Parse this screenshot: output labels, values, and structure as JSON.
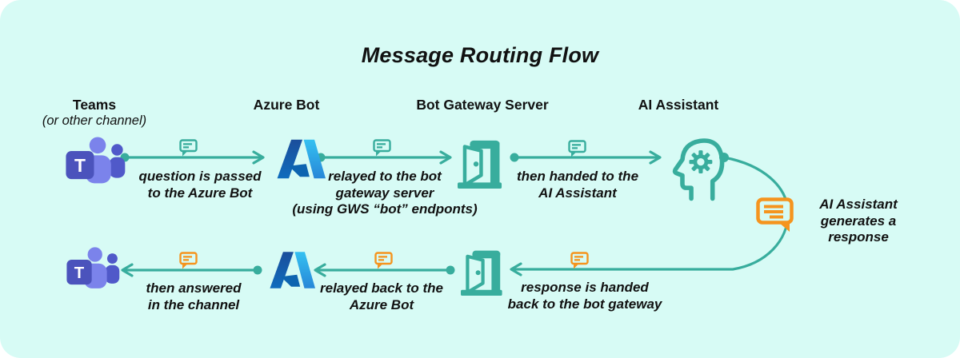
{
  "diagram": {
    "title": "Message Routing Flow",
    "columns": [
      {
        "label": "Teams",
        "sublabel": "(or other channel)"
      },
      {
        "label": "Azure Bot",
        "sublabel": ""
      },
      {
        "label": "Bot Gateway Server",
        "sublabel": ""
      },
      {
        "label": "AI Assistant",
        "sublabel": ""
      }
    ],
    "teams_logo_letter": "T",
    "forward_labels": {
      "teams_to_azure": "question is passed\nto the Azure Bot",
      "azure_to_gateway": "relayed to the bot\ngateway server\n(using GWS “bot” endponts)",
      "gateway_to_ai": "then handed to the\nAI Assistant"
    },
    "response_label": "AI Assistant\ngenerates a response",
    "return_labels": {
      "ai_to_gateway": "response is handed\nback to the bot gateway",
      "gateway_to_azure": "relayed back to the\nAzure Bot",
      "azure_to_teams": "then answered\nin the channel"
    },
    "icons": {
      "teams": "teams-logo",
      "azure_bot": "azure-logo",
      "bot_gateway": "open-door-icon",
      "ai_assistant": "head-with-gear-icon",
      "forward_message": "teal-chat-bubble-icon",
      "return_message": "orange-chat-bubble-icon",
      "generated_response": "large-orange-chat-bubble-icon"
    }
  },
  "colors": {
    "background": "#D7FBF5",
    "teal": "#38AD9D",
    "orange": "#F5941E",
    "text": "#111111",
    "teams_dark": "#4B53BC",
    "teams_mid": "#7B83EB",
    "teams_light": "#5059C9",
    "azure_dark_top": "#1B4E9B",
    "azure_dark_bottom": "#0F6CBD",
    "azure_light_top": "#35C1F1",
    "azure_light_bottom": "#2787D8",
    "azure_shadow": "#0D64B0",
    "logo_letter": "#FFFFFF"
  }
}
